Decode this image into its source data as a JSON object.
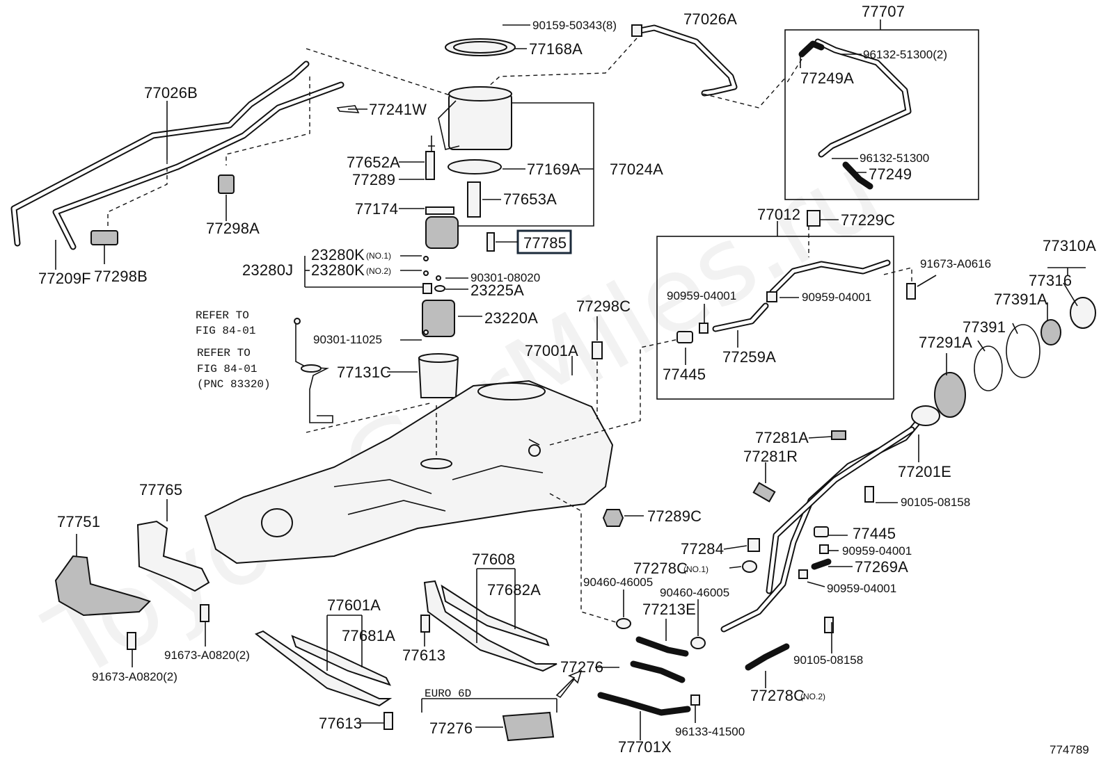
{
  "diagram": {
    "watermark": "ToyotaGarMiles.ru",
    "figure_code": "774789",
    "highlighted_part": "77785",
    "parts": {
      "p77026A": "77026A",
      "p77707": "77707",
      "p90159": "90159-50343(8)",
      "p77168A": "77168A",
      "p96132a": "96132-51300(2)",
      "p77249A": "77249A",
      "p77026B": "77026B",
      "p77241W": "77241W",
      "p96132b": "96132-51300",
      "p77249": "77249",
      "p77652A": "77652A",
      "p77169A": "77169A",
      "p77024A": "77024A",
      "p77289": "77289",
      "p77653A": "77653A",
      "p77174": "77174",
      "p77785": "77785",
      "p77012": "77012",
      "p77229C": "77229C",
      "p77298A": "77298A",
      "p77209F": "77209F",
      "p77298B": "77298B",
      "p23280K1": "23280K",
      "p23280K2": "23280K",
      "no1": "(NO.1)",
      "no2": "(NO.2)",
      "p23280J": "23280J",
      "p90301a": "90301-08020",
      "p23225A": "23225A",
      "p91673a": "91673-A0616",
      "p77310A": "77310A",
      "p77316": "77316",
      "p90959a": "90959-04001",
      "p90959b": "90959-04001",
      "p77391A": "77391A",
      "p23220A": "23220A",
      "p77298C": "77298C",
      "p77391": "77391",
      "p77291A": "77291A",
      "p90301b": "90301-11025",
      "p77001A": "77001A",
      "p77445a": "77445",
      "p77259A": "77259A",
      "p77131C": "77131C",
      "refer1a": "REFER TO",
      "refer1b": "FIG 84-01",
      "refer2a": "REFER TO",
      "refer2b": "FIG 84-01",
      "refer2c": "(PNC 83320)",
      "p77281A": "77281A",
      "p77281R": "77281R",
      "p77201E": "77201E",
      "p90105a": "90105-08158",
      "p77765": "77765",
      "p77751": "77751",
      "p77289C": "77289C",
      "p77445b": "77445",
      "p77284": "77284",
      "p90959c": "90959-04001",
      "p77278C1": "77278C",
      "p77269A": "77269A",
      "p90959d": "90959-04001",
      "p77608": "77608",
      "p77682A": "77682A",
      "p90460a": "90460-46005",
      "p90460b": "90460-46005",
      "p77213E": "77213E",
      "p77601A": "77601A",
      "p77681A": "77681A",
      "p91673b": "91673-A0820(2)",
      "p91673c": "91673-A0820(2)",
      "p77613a": "77613",
      "p77276a": "77276",
      "p90105b": "90105-08158",
      "p77278C2": "77278C",
      "euro": "EURO 6D",
      "p77276b": "77276",
      "p77613b": "77613",
      "p96133": "96133-41500",
      "p77701X": "77701X"
    }
  }
}
